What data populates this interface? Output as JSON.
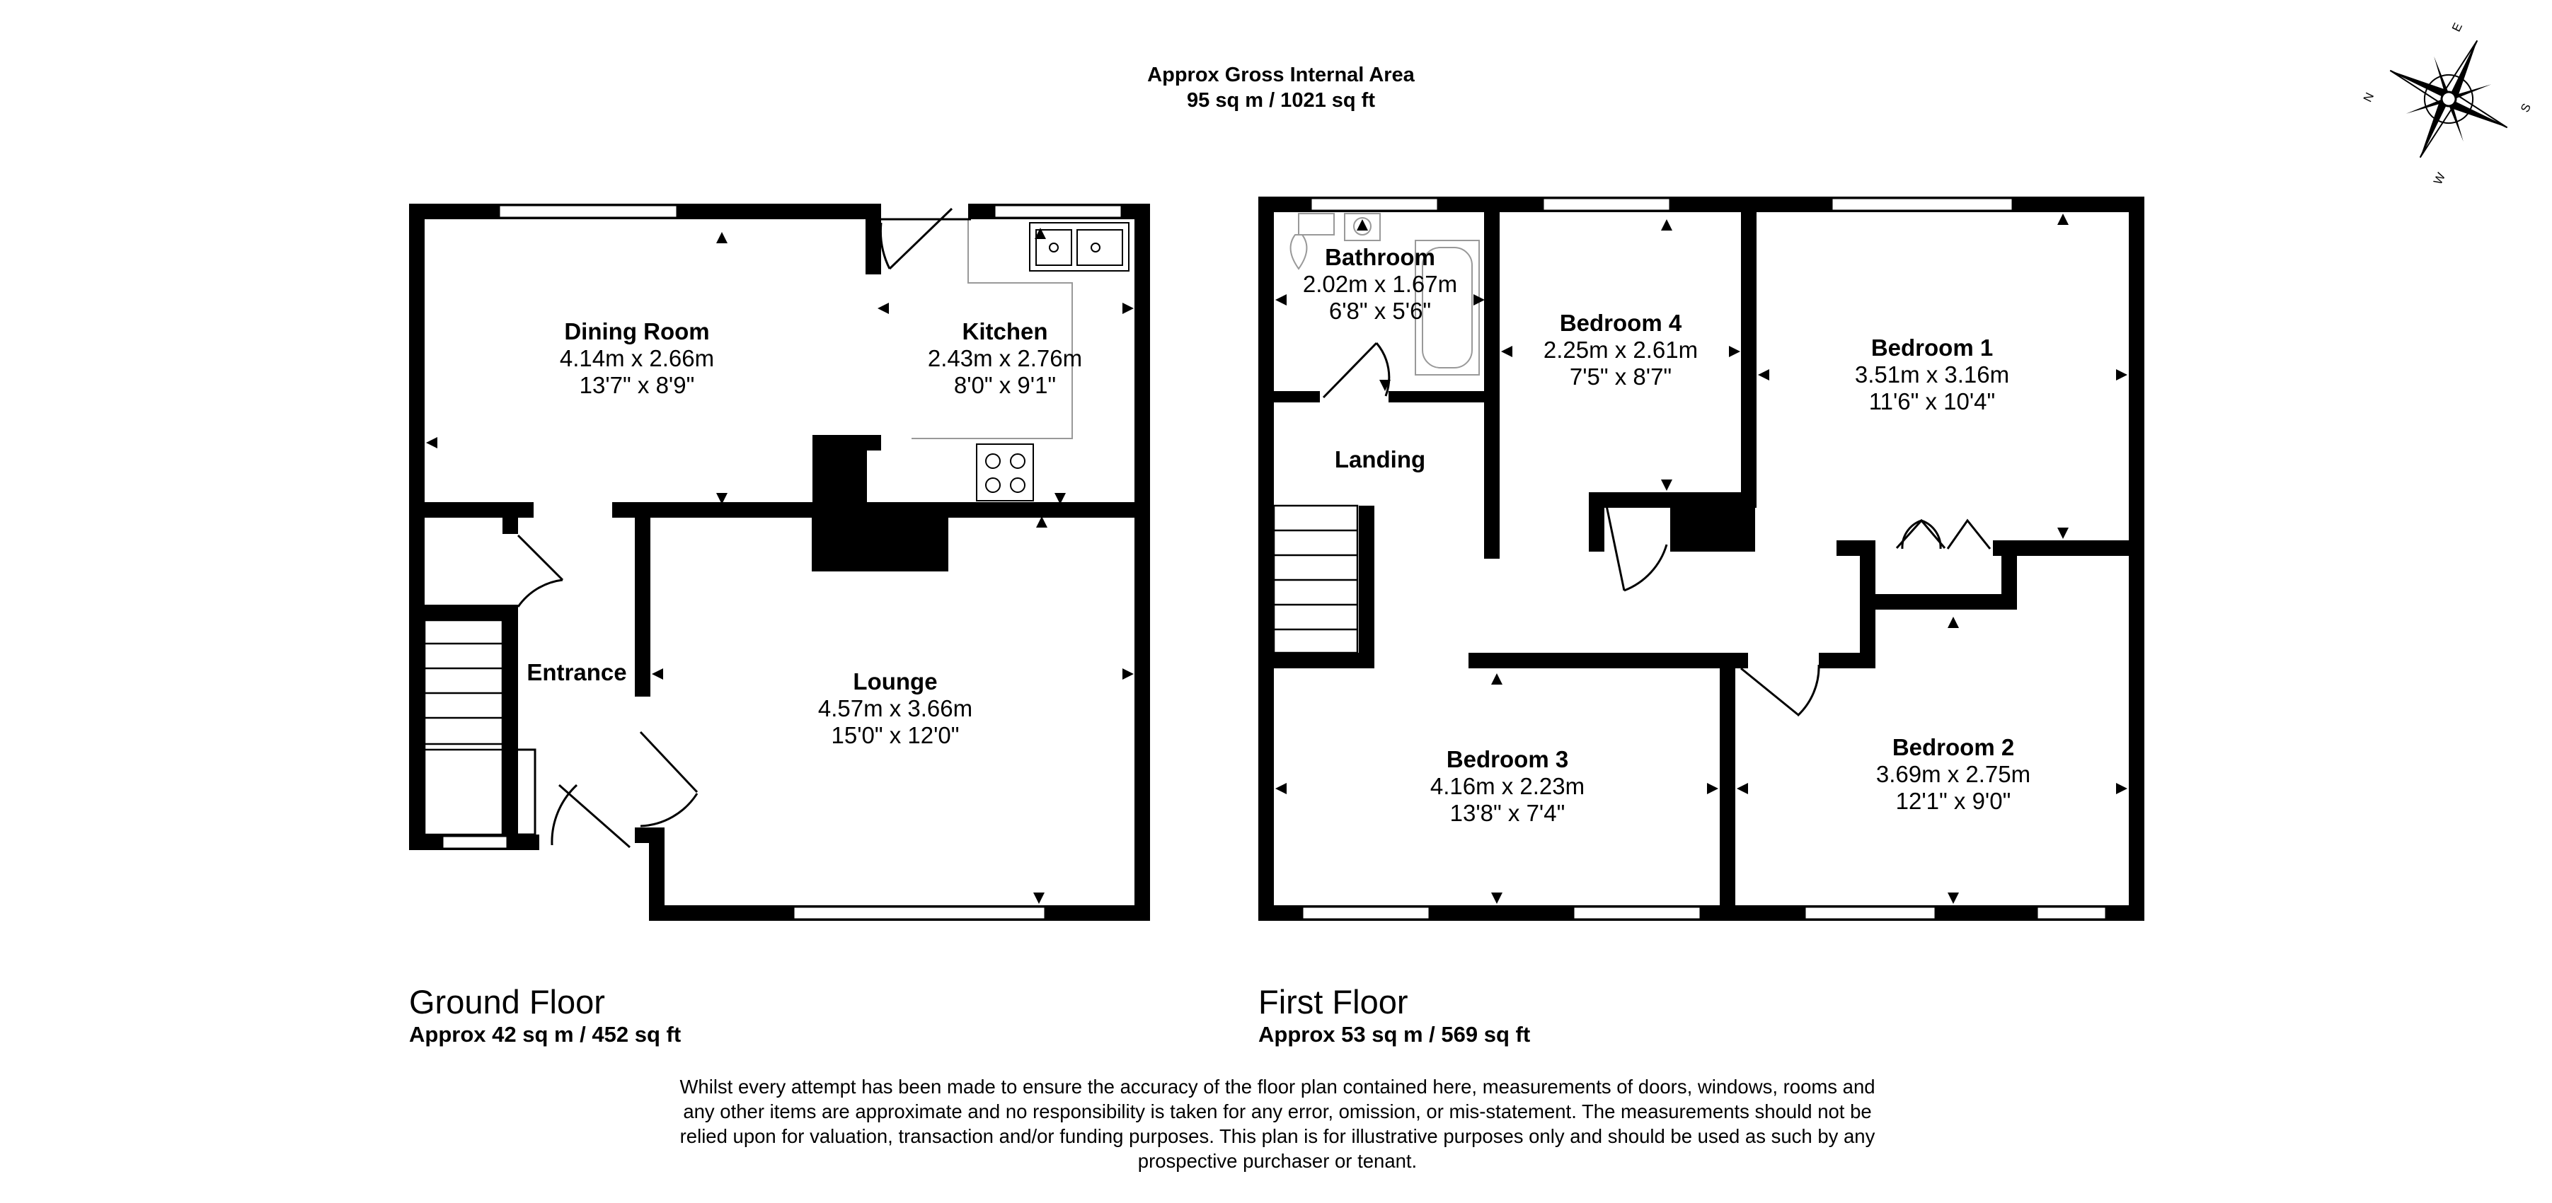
{
  "header": {
    "line1": "Approx Gross Internal Area",
    "line2": "95 sq m / 1021 sq ft"
  },
  "compass": {
    "n": "N",
    "e": "E",
    "s": "S",
    "w": "W"
  },
  "ground_floor": {
    "title": "Ground Floor",
    "area": "Approx 42 sq m / 452 sq ft",
    "rooms": {
      "dining": {
        "name": "Dining Room",
        "metric": "4.14m x 2.66m",
        "imperial": "13'7\" x 8'9\""
      },
      "kitchen": {
        "name": "Kitchen",
        "metric": "2.43m x 2.76m",
        "imperial": "8'0\" x 9'1\""
      },
      "lounge": {
        "name": "Lounge",
        "metric": "4.57m x 3.66m",
        "imperial": "15'0\" x 12'0\""
      },
      "entrance": {
        "name": "Entrance"
      }
    }
  },
  "first_floor": {
    "title": "First Floor",
    "area": "Approx 53 sq m / 569 sq ft",
    "rooms": {
      "bathroom": {
        "name": "Bathroom",
        "metric": "2.02m x 1.67m",
        "imperial": "6'8\" x 5'6\""
      },
      "bedroom4": {
        "name": "Bedroom 4",
        "metric": "2.25m x 2.61m",
        "imperial": "7'5\" x 8'7\""
      },
      "bedroom1": {
        "name": "Bedroom 1",
        "metric": "3.51m x 3.16m",
        "imperial": "11'6\" x 10'4\""
      },
      "landing": {
        "name": "Landing"
      },
      "bedroom3": {
        "name": "Bedroom 3",
        "metric": "4.16m x 2.23m",
        "imperial": "13'8\" x 7'4\""
      },
      "bedroom2": {
        "name": "Bedroom 2",
        "metric": "3.69m x 2.75m",
        "imperial": "12'1\" x 9'0\""
      }
    }
  },
  "disclaimer": {
    "line1": "Whilst every attempt has been made to ensure the accuracy of the floor plan contained here, measurements of doors, windows, rooms and",
    "line2": "any other items are approximate and no responsibility is taken for any error, omission, or mis-statement. The measurements should not be",
    "line3": "relied upon for valuation, transaction and/or funding purposes. This plan is for illustrative purposes only and should be used as such by any",
    "line4": "prospective purchaser or tenant."
  }
}
